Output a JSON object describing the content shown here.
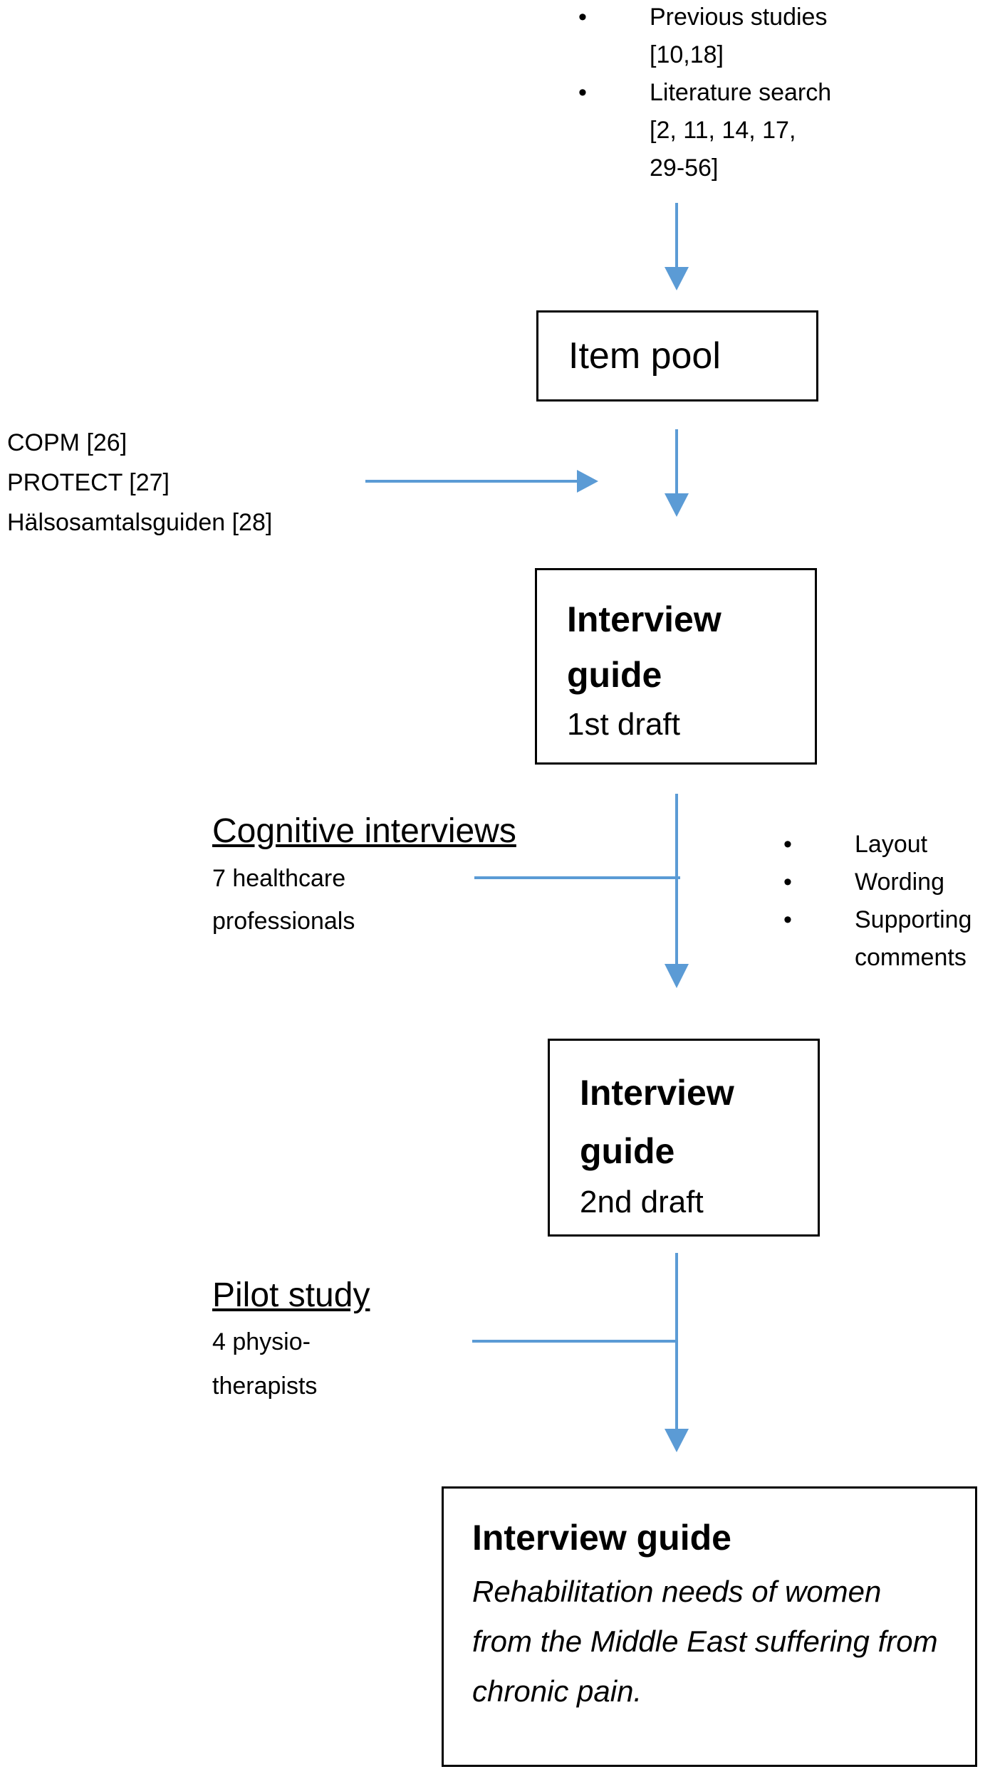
{
  "colors": {
    "arrow": "#5b9bd5",
    "box_border": "#000000",
    "text": "#000000"
  },
  "sources": {
    "items": [
      "Previous studies [10,18]",
      "Literature search [2, 11, 14, 17, 29-56]"
    ]
  },
  "item_pool": {
    "label": "Item pool"
  },
  "instruments": {
    "lines": [
      "COPM [26]",
      "PROTECT [27]",
      "Hälsosamtalsguiden [28]"
    ]
  },
  "draft1": {
    "title": "Interview guide",
    "subtitle": "1st draft"
  },
  "cognitive": {
    "heading": "Cognitive interviews",
    "detail": "7 healthcare professionals"
  },
  "changes": {
    "items": [
      "Layout",
      "Wording",
      "Supporting comments"
    ]
  },
  "draft2": {
    "title": "Interview guide",
    "subtitle": "2nd draft"
  },
  "pilot": {
    "heading": "Pilot study",
    "detail": "4 physio-therapists"
  },
  "final": {
    "title": "Interview guide",
    "description": "Rehabilitation needs of women from the Middle East suffering from chronic pain."
  }
}
